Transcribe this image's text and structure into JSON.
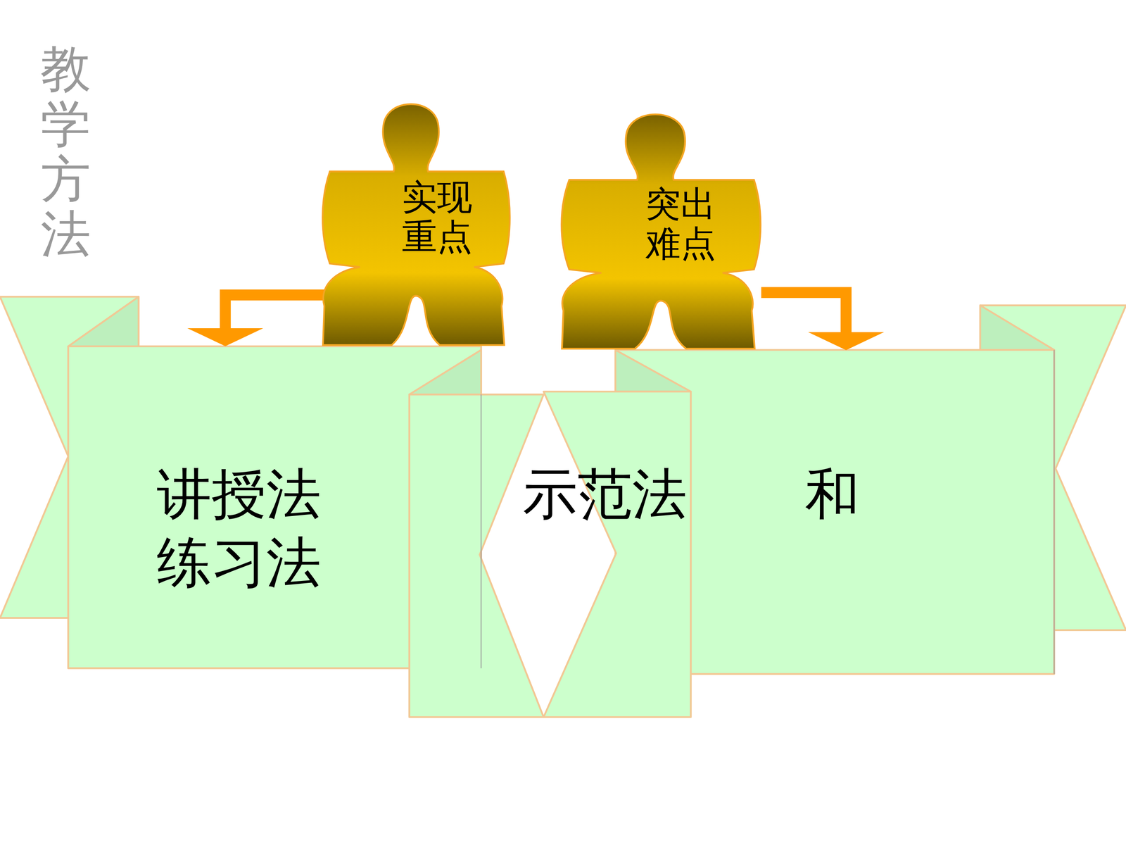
{
  "diagram": {
    "title": "教学方法",
    "nodes": [
      {
        "text": [
          "实现 重点"
        ]
      },
      {
        "text": [
          "突出 难点"
        ]
      },
      {
        "text": [
          "讲授法 练习法"
        ]
      },
      {
        "text": [
          "示范法",
          "和"
        ]
      }
    ],
    "edges": [
      {
        "from": 0,
        "to": 2,
        "arrow": "to"
      },
      {
        "from": 1,
        "to": 3,
        "arrow": "to"
      }
    ]
  }
}
